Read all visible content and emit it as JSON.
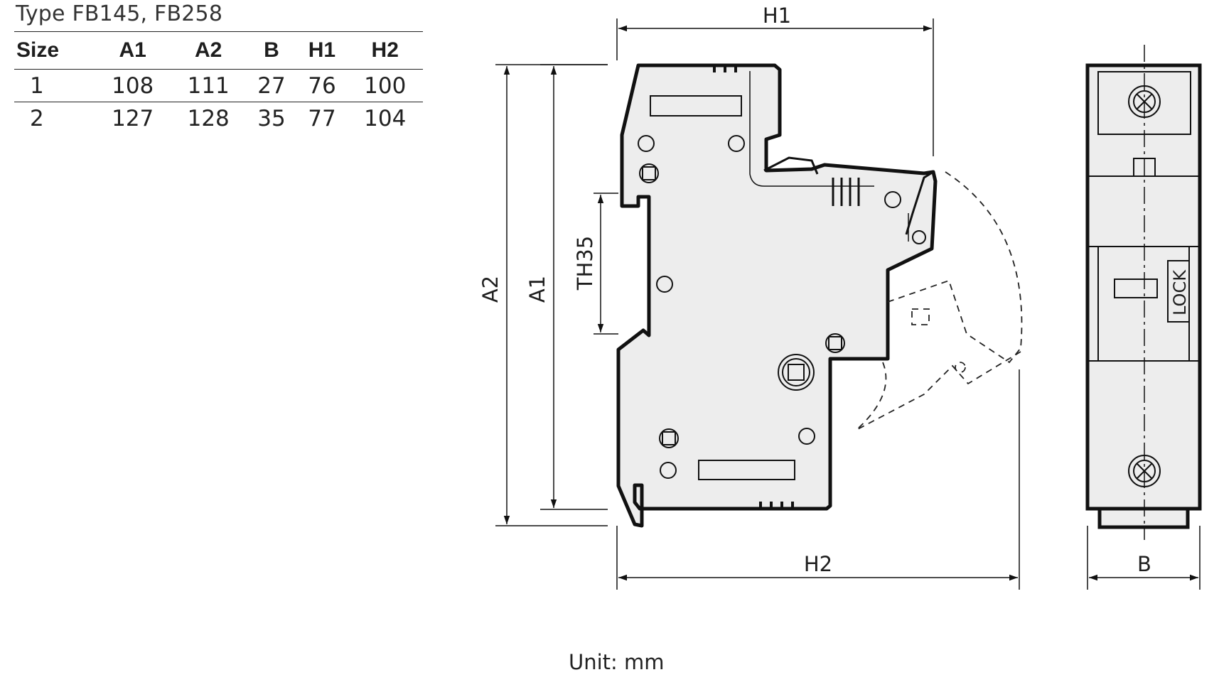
{
  "type_title": "Type FB145, FB258",
  "table": {
    "headers": [
      "Size",
      "A1",
      "A2",
      "B",
      "H1",
      "H2"
    ],
    "rows": [
      [
        "1",
        "108",
        "111",
        "27",
        "76",
        "100"
      ],
      [
        "2",
        "127",
        "128",
        "35",
        "77",
        "104"
      ]
    ]
  },
  "dimension_labels": {
    "h1": "H1",
    "h2": "H2",
    "a1": "A1",
    "a2": "A2",
    "th35": "TH35",
    "b": "B"
  },
  "lock_label": "LOCK",
  "unit_label": "Unit: mm"
}
